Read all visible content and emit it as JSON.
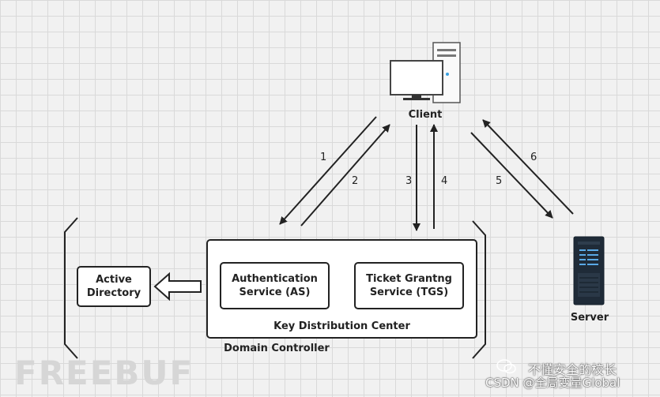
{
  "nodes": {
    "client": "Client",
    "server": "Server",
    "active_directory": "Active\nDirectory",
    "as": "Authentication\nService (AS)",
    "tgs": "Ticket Grantng\nService (TGS)",
    "kdc": "Key Distribution Center",
    "domain_controller": "Domain Controller"
  },
  "edges": [
    {
      "label": "1",
      "from": "client",
      "to": "as"
    },
    {
      "label": "2",
      "from": "as",
      "to": "client"
    },
    {
      "label": "3",
      "from": "client",
      "to": "tgs"
    },
    {
      "label": "4",
      "from": "tgs",
      "to": "client"
    },
    {
      "label": "5",
      "from": "client",
      "to": "server"
    },
    {
      "label": "6",
      "from": "server",
      "to": "client"
    }
  ],
  "watermarks": {
    "freebuf": "FREEBUF",
    "wechat": "不懂安全的校长",
    "csdn": "CSDN @全局变量Global"
  },
  "colors": {
    "line": "#222222",
    "grid": "#d9d9d9",
    "background": "#f1f1f1"
  }
}
